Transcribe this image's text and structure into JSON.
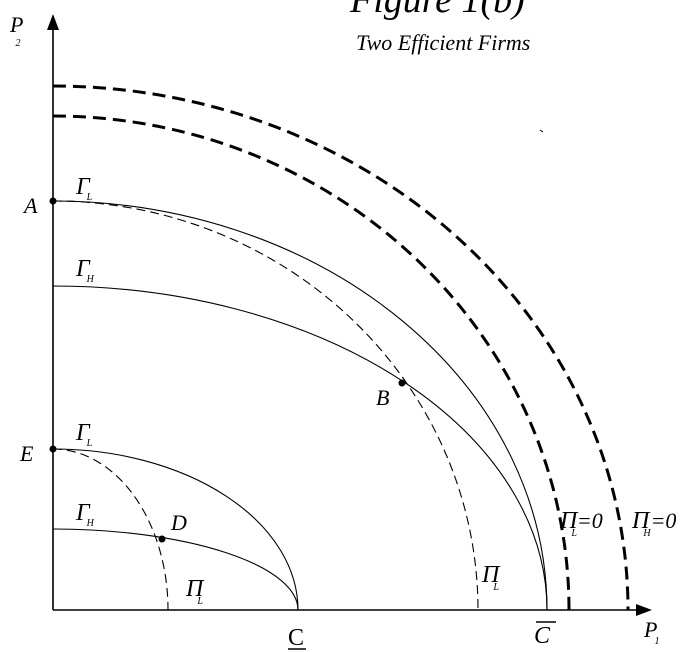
{
  "title": "Figure 1(b)",
  "subtitle": "Two Efficient Firms",
  "axes": {
    "y_main": "P",
    "y_sub": "2",
    "x_main": "P",
    "x_sub": "1"
  },
  "points": {
    "A": "A",
    "B": "B",
    "D": "D",
    "E": "E"
  },
  "curve_labels": {
    "gamma_L_upper": {
      "main": "Γ",
      "sub": "L"
    },
    "gamma_H_upper": {
      "main": "Γ",
      "sub": "H"
    },
    "gamma_L_lower": {
      "main": "Γ",
      "sub": "L"
    },
    "gamma_H_lower": {
      "main": "Γ",
      "sub": "H"
    },
    "pi_L_inner": {
      "main": "Π",
      "sub": "L"
    },
    "pi_L_outer": {
      "main": "Π",
      "sub": "L"
    },
    "pi_L_zero": {
      "main": "Π",
      "sub": "L",
      "suffix": "=0"
    },
    "pi_H_zero": {
      "main": "Π",
      "sub": "H",
      "suffix": "=0"
    }
  },
  "x_ticks": {
    "c_low": "C",
    "c_high": "C"
  },
  "colors": {
    "ink": "#000000",
    "background": "#ffffff"
  }
}
